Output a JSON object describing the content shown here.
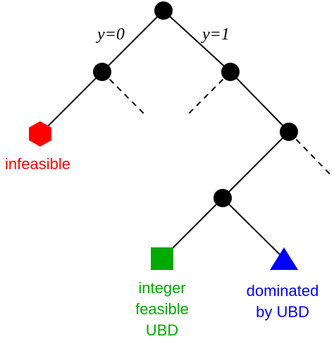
{
  "edge_labels": {
    "left": "y=0",
    "right": "y=1"
  },
  "legend_labels": {
    "infeasible": "infeasible",
    "integer_feasible": [
      "integer",
      "feasible",
      "UBD"
    ],
    "dominated": [
      "dominated",
      "by UBD"
    ]
  },
  "colors": {
    "node": "#000000",
    "edge": "#000000",
    "infeasible": "#ff0000",
    "integer_feasible": "#00aa00",
    "dominated": "#0000ff"
  },
  "shapes": {
    "infeasible": "hexagon",
    "integer_feasible": "square",
    "dominated": "triangle"
  }
}
